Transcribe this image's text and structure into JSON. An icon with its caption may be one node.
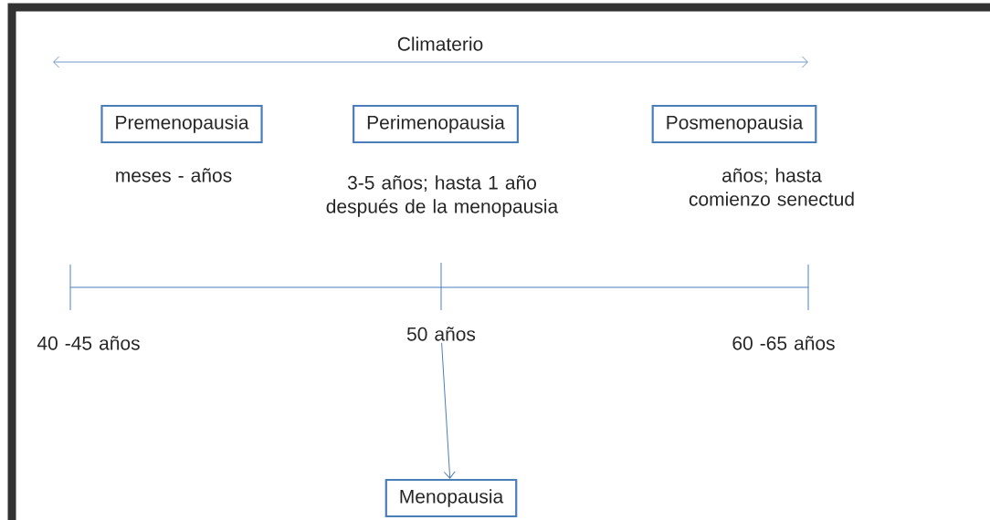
{
  "diagram": {
    "nodes": [
      {
        "text": [
          "Premenopausia"
        ],
        "beside": [
          "meses - años"
        ]
      },
      {
        "text": [
          "Perimenopausia"
        ],
        "beside": [
          "3-5 años; hasta 1 año después de la menopausia"
        ]
      },
      {
        "text": [
          "Posmenopausia"
        ],
        "beside": [
          "años; hasta comienzo senectud"
        ]
      },
      {
        "text": [
          "50 años"
        ]
      },
      {
        "text": [
          "Menopausia"
        ]
      }
    ],
    "edges": [
      {
        "from": 3,
        "to": 4,
        "arrow": "to"
      }
    ],
    "labels": [
      "Climaterio",
      "40 -45 años",
      "60 -65 años"
    ]
  }
}
